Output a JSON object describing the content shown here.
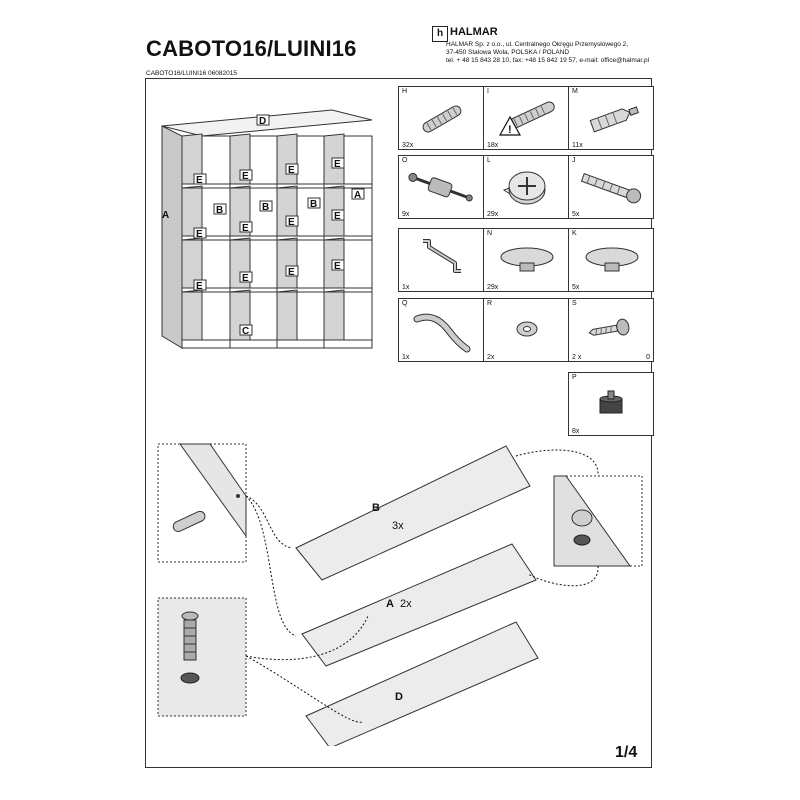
{
  "document": {
    "title": "CABOTO16/LUINI16",
    "doc_code": "CABOTO16/LUINI16 06082015",
    "page_number": "1/4"
  },
  "brand": {
    "logo_glyph": "h",
    "name": "HALMAR",
    "address_line1": "HALMAR Sp. z o.o., ul. Centralnego Okręgu Przemysłowego 2,",
    "address_line2": "37-450 Stalowa Wola, POLSKA / POLAND",
    "address_line3": "tel. + 48 15 843 28 10, fax: +48 15 842 19 57, e-mail: office@halmar.pl"
  },
  "shelf_labels": {
    "top": "D",
    "left_side": "A",
    "right_side": "A",
    "bottom": "C",
    "divider": "B",
    "shelf": "E"
  },
  "parts": [
    {
      "code": "H",
      "qty": "32x",
      "icon": "wooden-dowel-icon"
    },
    {
      "code": "I",
      "qty": "18x",
      "icon": "wooden-dowel-warning-icon"
    },
    {
      "code": "M",
      "qty": "11x",
      "icon": "plastic-anchor-icon"
    },
    {
      "code": "O",
      "qty": "9x",
      "icon": "connector-bolt-icon"
    },
    {
      "code": "L",
      "qty": "29x",
      "icon": "cam-lock-icon"
    },
    {
      "code": "J",
      "qty": "5x",
      "icon": "wall-plug-screw-icon"
    },
    {
      "code": "",
      "qty": "1x",
      "icon": "allen-key-icon"
    },
    {
      "code": "N",
      "qty": "29x",
      "icon": "cover-cap-icon"
    },
    {
      "code": "K",
      "qty": "5x",
      "icon": "cover-cap-icon"
    },
    {
      "code": "Q",
      "qty": "1x",
      "icon": "wall-strap-icon"
    },
    {
      "code": "R",
      "qty": "2x",
      "icon": "washer-icon"
    },
    {
      "code": "S",
      "qty": "2 x",
      "qty_extra": "0",
      "icon": "screw-icon"
    },
    {
      "code": "P",
      "qty": "8x",
      "icon": "furniture-foot-icon"
    }
  ],
  "boards": [
    {
      "label": "B",
      "qty": "3x"
    },
    {
      "label": "A",
      "qty": "2x"
    },
    {
      "label": "D",
      "qty": ""
    }
  ]
}
